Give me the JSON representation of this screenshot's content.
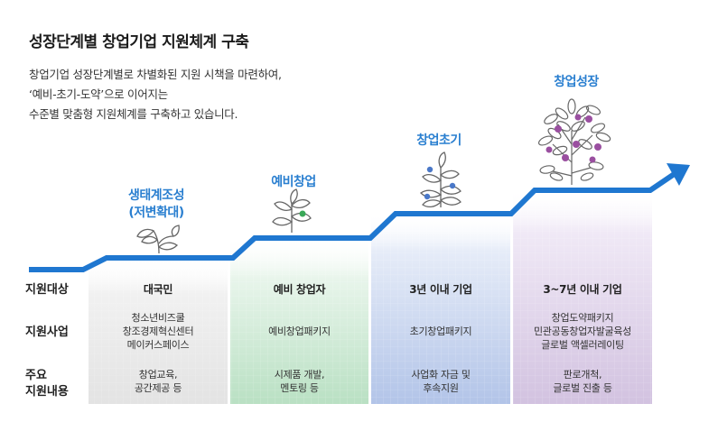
{
  "title": "성장단계별 창업기업 지원체계 구축",
  "description": [
    "창업기업 성장단계별로 차별화된 지원 시책을 마련하여,",
    "‘예비-초기-도약’으로 이어지는",
    "수준별 맞춤형 지원체계를 구축하고 있습니다."
  ],
  "stages": [
    {
      "label_line1": "생태계조성",
      "label_line2": "(저변확대)",
      "plant": "seedling-icon"
    },
    {
      "label_line1": "예비창업",
      "label_line2": "",
      "plant": "sapling-icon"
    },
    {
      "label_line1": "창업초기",
      "label_line2": "",
      "plant": "young-tree-icon"
    },
    {
      "label_line1": "창업성장",
      "label_line2": "",
      "plant": "fruit-tree-icon"
    }
  ],
  "row_headers": {
    "target": "지원대상",
    "program": "지원사업",
    "content_line1": "주요",
    "content_line2": "지원내용"
  },
  "columns": [
    {
      "target": "대국민",
      "program": [
        "청소년비즈쿨",
        "창조경제혁신센터",
        "메이커스페이스"
      ],
      "content": [
        "창업교육,",
        "공간제공 등"
      ]
    },
    {
      "target": "예비 창업자",
      "program": [
        "예비창업패키지"
      ],
      "content": [
        "시제품 개발,",
        "멘토링 등"
      ]
    },
    {
      "target": "3년 이내 기업",
      "program": [
        "초기창업패키지"
      ],
      "content": [
        "사업화 자금 및",
        "후속지원"
      ]
    },
    {
      "target": "3~7년 이내 기업",
      "program": [
        "창업도약패키지",
        "민관공동창업자발굴육성",
        "글로벌 액셀러레이팅"
      ],
      "content": [
        "판로개척,",
        "글로벌 진출 등"
      ]
    }
  ],
  "colors": {
    "accent": "#2a7fd0",
    "step_line": "#1f77d0",
    "col1": "#e4e4e4",
    "col2": "#bfe3c8",
    "col3": "#b6c8ea",
    "col4": "#d4c4e2",
    "fruit": "#9a4fa0"
  }
}
